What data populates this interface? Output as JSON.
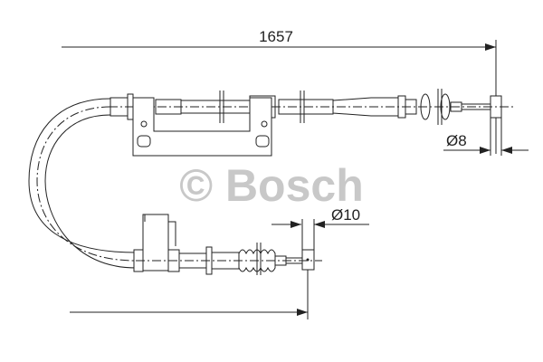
{
  "diagram": {
    "length_label": "1657",
    "diameter_upper_label": "Ø8",
    "diameter_lower_label": "Ø10",
    "watermark": "© Bosch",
    "line_color": "#222222",
    "watermark_color": "#c8c8c8"
  }
}
